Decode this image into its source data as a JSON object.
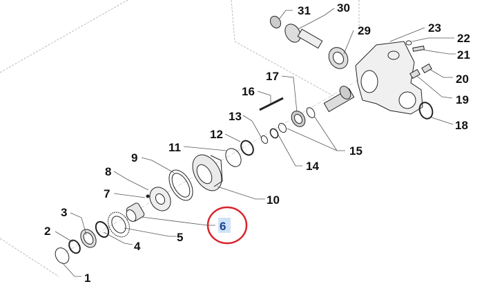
{
  "diagram": {
    "labels": [
      {
        "id": "1",
        "text": "1"
      },
      {
        "id": "2",
        "text": "2"
      },
      {
        "id": "3",
        "text": "3"
      },
      {
        "id": "4",
        "text": "4"
      },
      {
        "id": "5",
        "text": "5"
      },
      {
        "id": "6",
        "text": "6"
      },
      {
        "id": "7",
        "text": "7"
      },
      {
        "id": "8",
        "text": "8"
      },
      {
        "id": "9",
        "text": "9"
      },
      {
        "id": "10",
        "text": "10"
      },
      {
        "id": "11",
        "text": "11"
      },
      {
        "id": "12",
        "text": "12"
      },
      {
        "id": "13",
        "text": "13"
      },
      {
        "id": "14",
        "text": "14"
      },
      {
        "id": "15",
        "text": "15"
      },
      {
        "id": "16",
        "text": "16"
      },
      {
        "id": "17",
        "text": "17"
      },
      {
        "id": "18",
        "text": "18"
      },
      {
        "id": "19",
        "text": "19"
      },
      {
        "id": "20",
        "text": "20"
      },
      {
        "id": "21",
        "text": "21"
      },
      {
        "id": "22",
        "text": "22"
      },
      {
        "id": "23",
        "text": "23"
      },
      {
        "id": "29",
        "text": "29"
      },
      {
        "id": "30",
        "text": "30"
      },
      {
        "id": "31",
        "text": "31"
      }
    ],
    "highlighted_label": "6",
    "highlight_color": "#d9232a",
    "selection_color": "#cfe3f7"
  }
}
